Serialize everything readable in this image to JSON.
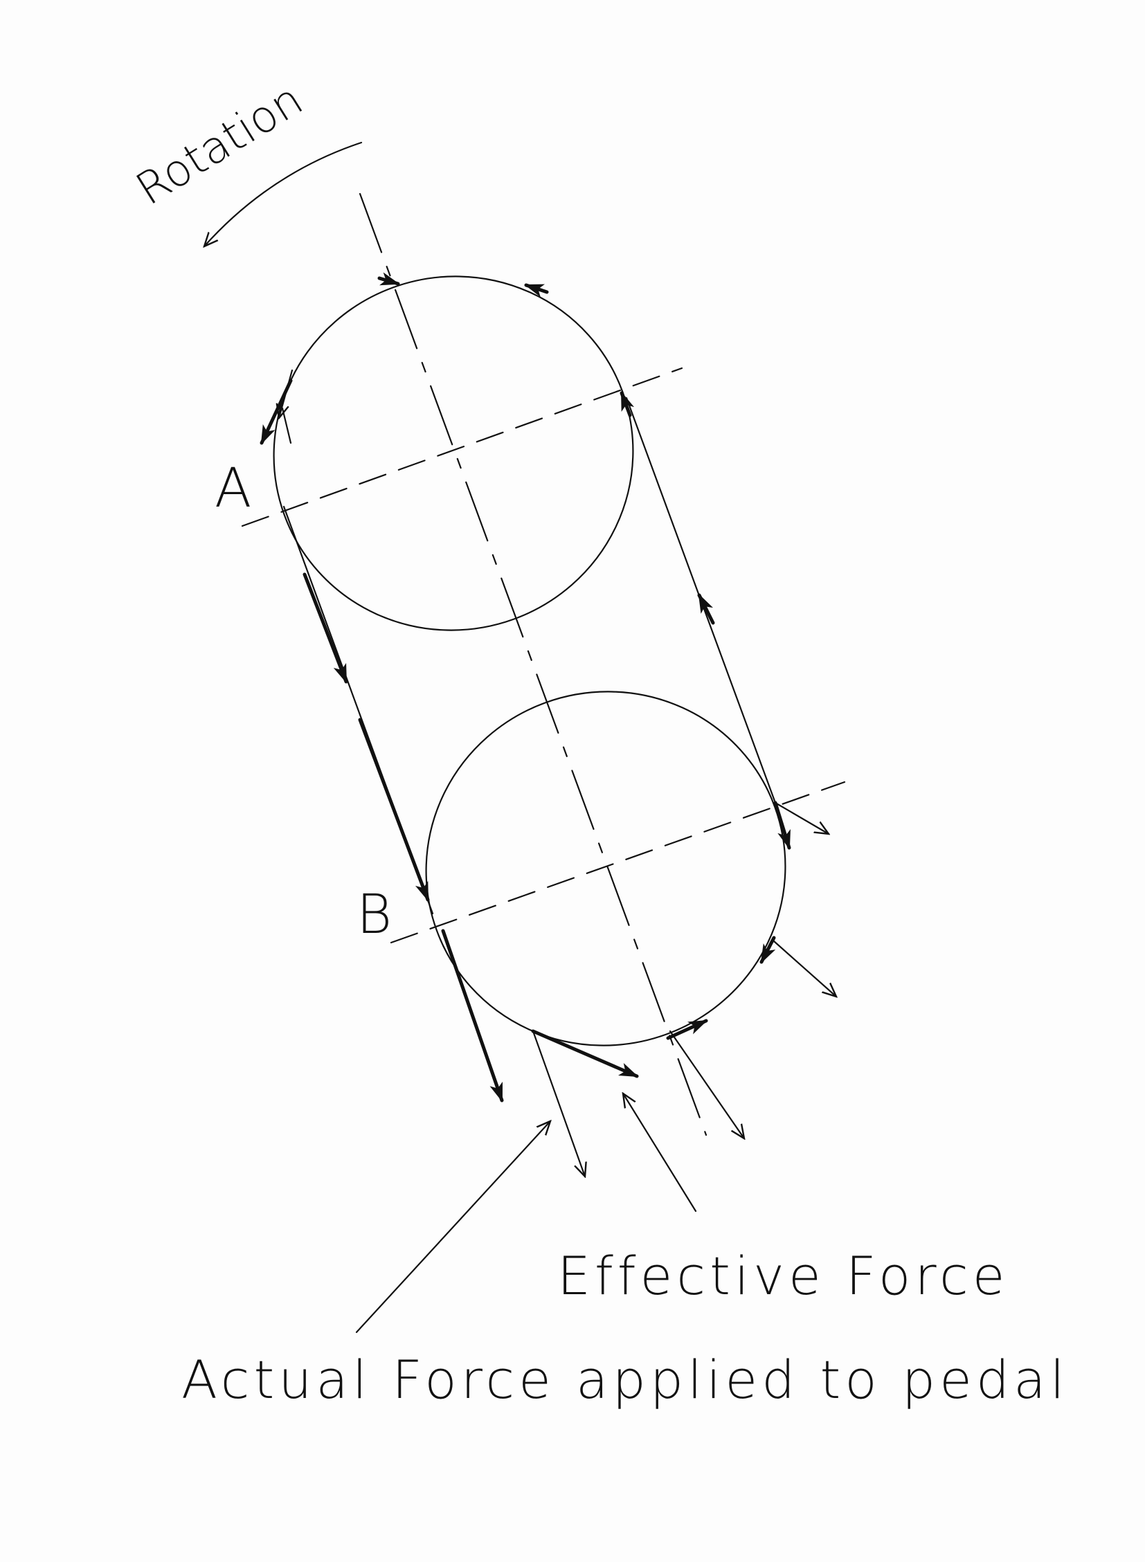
{
  "labels": {
    "rotation": "Rotation",
    "point_a": "A",
    "point_b": "B",
    "effective_force": "Effective Force",
    "actual_force": "Actual Force applied to pedal"
  },
  "colors": {
    "ink": "#111111",
    "paper": "#fdfdfd"
  }
}
